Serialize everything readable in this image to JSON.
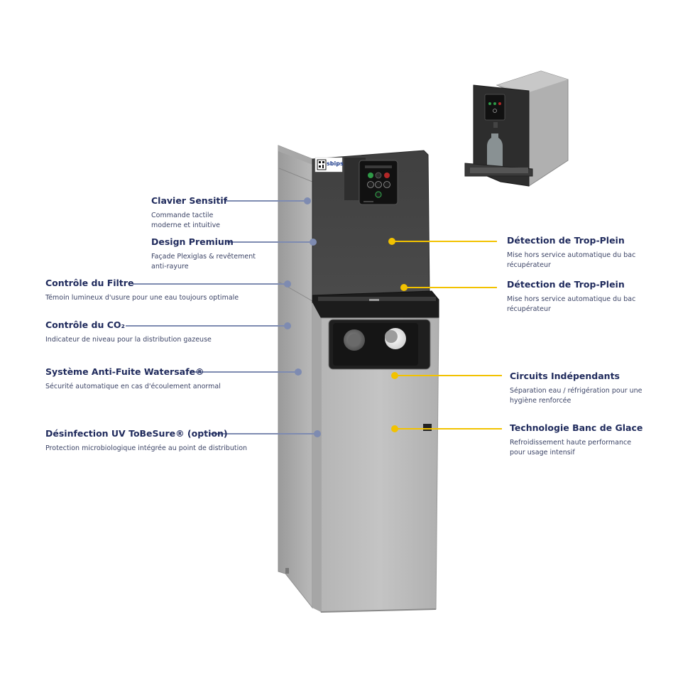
{
  "brand": {
    "logo_text": "sbips"
  },
  "colors": {
    "left_line": "#7e8bb1",
    "right_line": "#f2c200",
    "title": "#1f2a5c",
    "desc": "#3c4466"
  },
  "callouts_left": [
    {
      "title": "Clavier Sensitif",
      "desc": [
        "Commande tactile",
        "moderne et intuitive"
      ]
    },
    {
      "title": "Design Premium",
      "desc": [
        "Façade Plexiglas & revêtement",
        "anti-rayure"
      ]
    },
    {
      "title": "Contrôle du Filtre",
      "desc": [
        "Témoin lumineux d'usure pour une eau toujours optimale"
      ]
    },
    {
      "title": "Contrôle du CO₂",
      "desc": [
        "Indicateur de niveau pour la distribution gazeuse"
      ]
    },
    {
      "title": "Système Anti-Fuite Watersafe®",
      "desc": [
        "Sécurité automatique en cas d'écoulement anormal"
      ]
    },
    {
      "title": "Désinfection UV ToBeSure® (option)",
      "desc": [
        "Protection microbiologique intégrée au point de distribution"
      ]
    }
  ],
  "callouts_right": [
    {
      "title": "Détection de Trop-Plein",
      "desc": [
        "Mise hors service automatique du bac",
        "récupérateur"
      ]
    },
    {
      "title": "Détection de Trop-Plein",
      "desc": [
        "Mise hors service automatique du bac",
        "récupérateur"
      ]
    },
    {
      "title": "Circuits Indépendants",
      "desc": [
        "Séparation eau / réfrigération pour une",
        "hygiène renforcée"
      ]
    },
    {
      "title": "Technologie Banc de Glace",
      "desc": [
        "Refroidissement haute performance",
        "pour usage intensif"
      ]
    }
  ]
}
